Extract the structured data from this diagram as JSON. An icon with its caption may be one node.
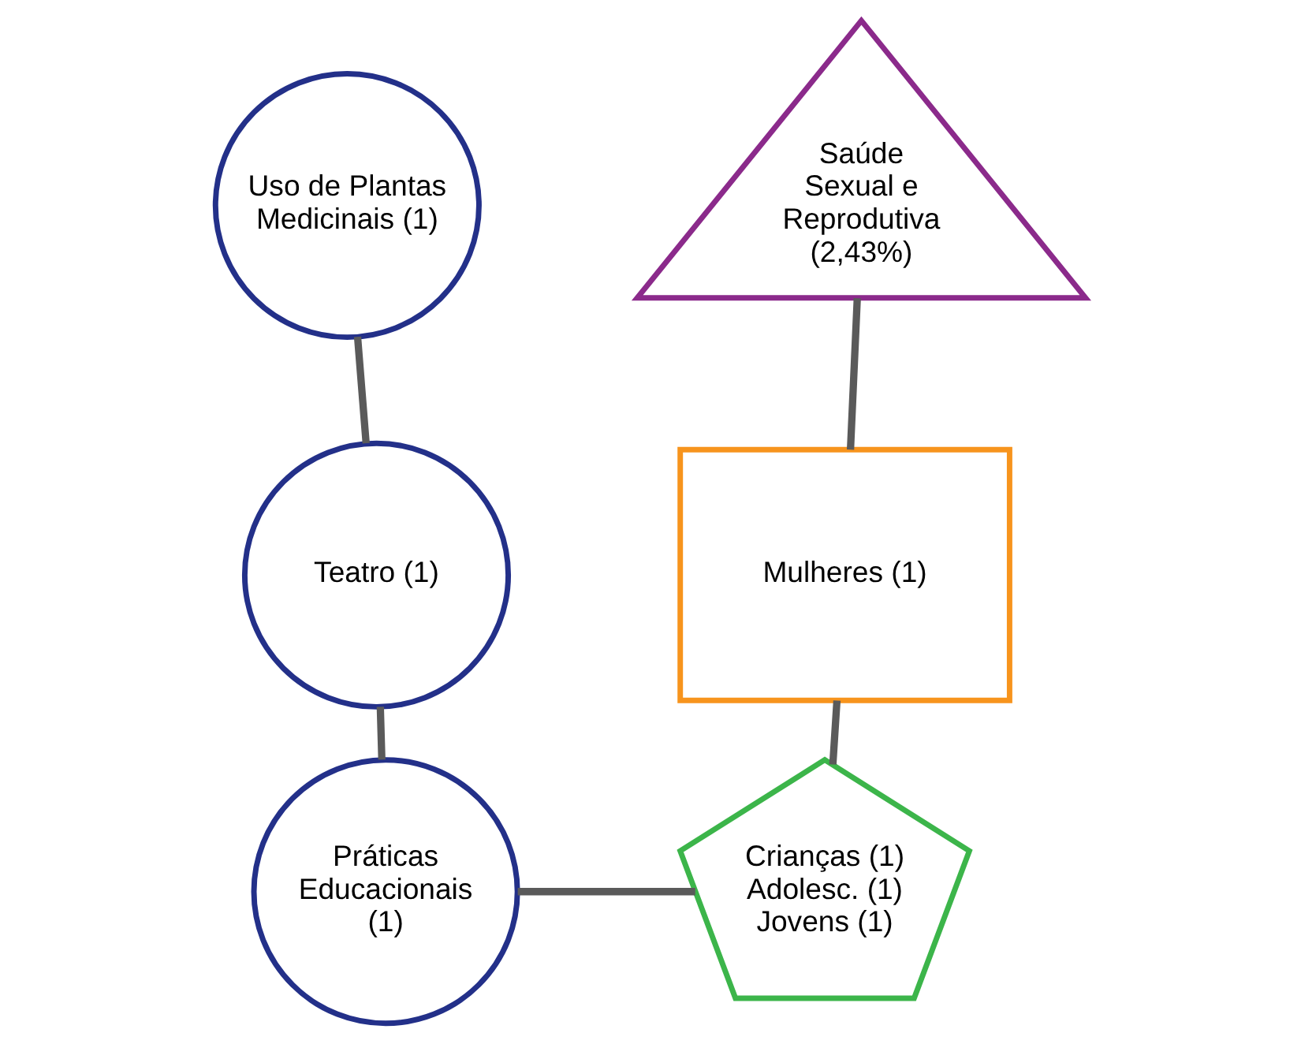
{
  "diagram": {
    "nodes": [
      {
        "text": [
          "Saúde Sexual e Reprodutiva (2,43%)"
        ]
      },
      {
        "text": [
          "Mulheres (1)"
        ]
      },
      {
        "text": [
          "Crianças (1) Adolesc. (1) Jovens (1)"
        ]
      },
      {
        "text": [
          "Uso de Plantas Medicinais (1)"
        ]
      },
      {
        "text": [
          "Teatro (1)"
        ]
      },
      {
        "text": [
          "Práticas Educacionais (1)"
        ]
      }
    ],
    "edges": [
      {
        "from": 0,
        "to": 1,
        "arrow": "none"
      },
      {
        "from": 1,
        "to": 2,
        "arrow": "none"
      },
      {
        "from": 3,
        "to": 4,
        "arrow": "none"
      },
      {
        "from": 4,
        "to": 5,
        "arrow": "none"
      },
      {
        "from": 5,
        "to": 2,
        "arrow": "none"
      }
    ]
  }
}
